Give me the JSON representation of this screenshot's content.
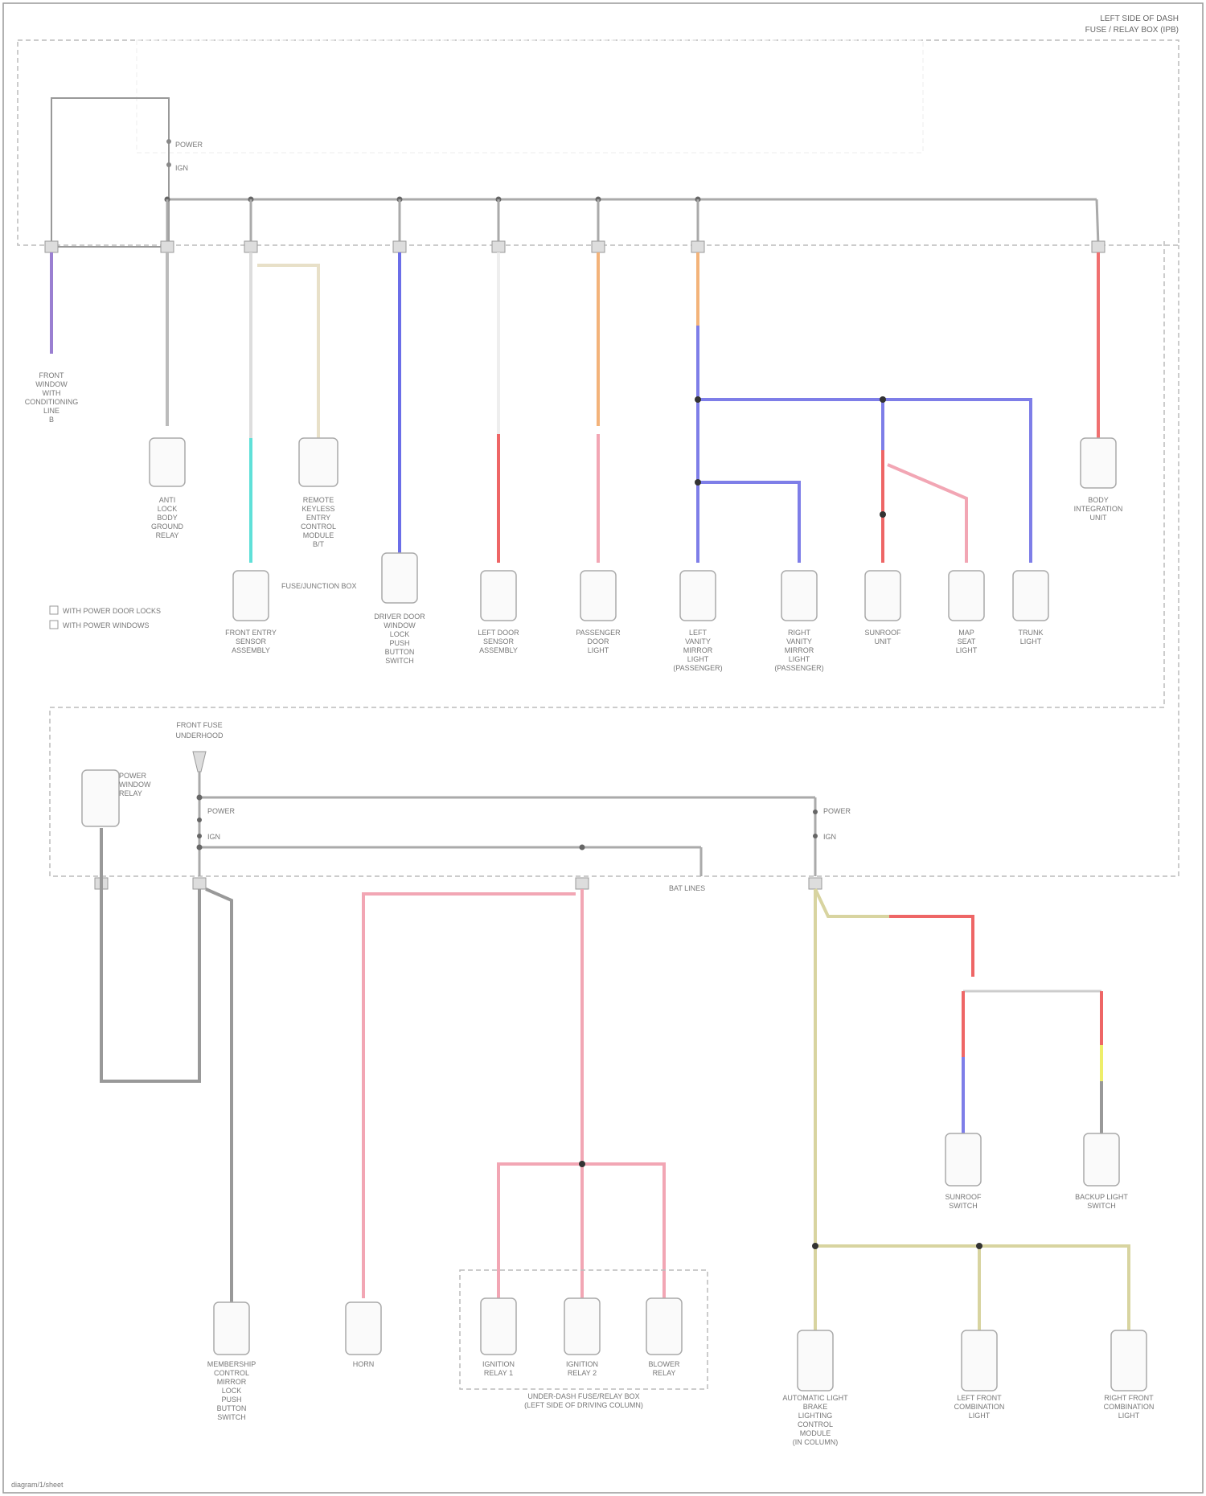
{
  "header": {
    "line1": "LEFT SIDE OF DASH",
    "line2": "FUSE / RELAY BOX (IPB)"
  },
  "fuse_box_top": {
    "power_label": "POWER",
    "ign_label": "IGN"
  },
  "fuse_box_bottom": {
    "title_line1": "FRONT FUSE",
    "title_line2": "UNDERHOOD",
    "power_a_label": "POWER",
    "power_b_label": "POWER",
    "ign_a_label": "IGN",
    "ign_b_label": "IGN",
    "junction_label": "BAT LINES",
    "relay_name": [
      "POWER",
      "WINDOW",
      "RELAY"
    ]
  },
  "top_components": [
    [
      "FRONT",
      "WINDOW",
      "WITH",
      "CONDITIONING",
      "LINE",
      "B"
    ],
    [
      "ANTI",
      "LOCK",
      "BODY",
      "GROUND",
      "RELAY"
    ],
    [
      "FRONT ENTRY",
      "SENSOR",
      "ASSEMBLY"
    ],
    [
      "REMOTE",
      "KEYLESS",
      "ENTRY",
      "CONTROL",
      "MODULE",
      "B/T"
    ],
    [
      "DRIVER DOOR",
      "WINDOW",
      "LOCK",
      "PUSH",
      "BUTTON",
      "SWITCH"
    ],
    [
      "LEFT DOOR",
      "SENSOR",
      "ASSEMBLY"
    ],
    [
      "PASSENGER",
      "DOOR",
      "LIGHT"
    ],
    [
      "LEFT",
      "VANITY",
      "MIRROR",
      "LIGHT",
      "(PASSENGER)"
    ],
    [
      "RIGHT",
      "VANITY",
      "MIRROR",
      "LIGHT",
      "(PASSENGER)"
    ],
    [
      "SUNROOF",
      "UNIT"
    ],
    [
      "MAP",
      "SEAT",
      "LIGHT"
    ],
    [
      "TRUNK",
      "LIGHT"
    ],
    [
      "BODY",
      "INTEGRATION",
      "UNIT"
    ]
  ],
  "fuse_junction_note": "FUSE/JUNCTION BOX",
  "legend": [
    "WITH POWER DOOR LOCKS",
    "WITH POWER WINDOWS"
  ],
  "bottom_components": [
    [
      "MEMBERSHIP",
      "CONTROL",
      "MIRROR",
      "LOCK",
      "PUSH",
      "BUTTON",
      "SWITCH"
    ],
    [
      "HORN"
    ],
    [
      "IGNITION",
      "RELAY 1"
    ],
    [
      "IGNITION",
      "RELAY 2"
    ],
    [
      "BLOWER",
      "RELAY"
    ],
    [
      "AUTOMATIC LIGHT",
      "BRAKE",
      "LIGHTING",
      "CONTROL",
      "MODULE",
      "(IN COLUMN)"
    ],
    [
      "LEFT FRONT",
      "COMBINATION",
      "LIGHT"
    ],
    [
      "RIGHT FRONT",
      "COMBINATION",
      "LIGHT"
    ],
    [
      "SUNROOF",
      "SWITCH"
    ],
    [
      "BACKUP LIGHT",
      "SWITCH"
    ]
  ],
  "relay_group_label": [
    "UNDER-DASH FUSE/RELAY BOX",
    "(LEFT SIDE OF DRIVING COLUMN)"
  ],
  "footer": "diagram/1/sheet"
}
